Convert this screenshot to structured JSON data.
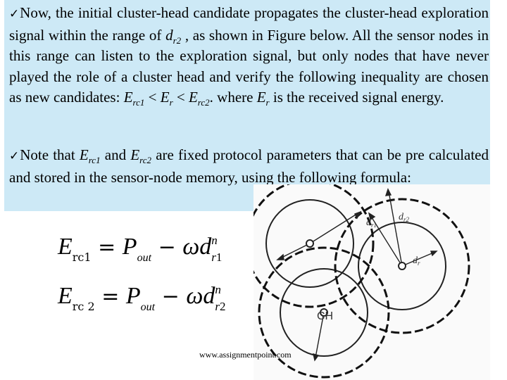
{
  "paragraph1": {
    "bullet": "✓",
    "t1": "Now, the initial cluster-head candidate propagates the cluster-head exploration signal within the range of ",
    "dr2_d": "d",
    "dr2_sub": "r2",
    "t2": " , as shown in Figure below. All the sensor nodes in this range can listen to the exploration signal, but only nodes that have never played the role of a cluster head and verify the following inequality are chosen as new candidates: ",
    "e1": "E",
    "e1_sub": "rc1",
    "lt1": " < ",
    "er": "E",
    "er_sub": "r",
    "lt2": " < ",
    "e2": "E",
    "e2_sub": "rc2",
    "t3": ". where ",
    "er2": "E",
    "er2_sub": "r",
    "t4": " is the received signal energy."
  },
  "paragraph2": {
    "bullet": "✓",
    "t1": "Note that ",
    "e1": "E",
    "e1_sub": "rc1",
    "t2": " and ",
    "e2": "E",
    "e2_sub": "rc2",
    "t3": " are fixed protocol parameters that can be pre calculated and stored in the sensor-node memory, using the following formula:"
  },
  "formula1": {
    "E": "E",
    "Esub": "rc1",
    "eq": " = ",
    "P": "P",
    "Psub": "out",
    "minus": " − ",
    "omega": "ω",
    "d": "d",
    "n": "n",
    "r": "r",
    "idx": "1"
  },
  "formula2": {
    "E": "E",
    "Esub": "rc 2",
    "eq": " = ",
    "P": "P",
    "Psub": "out",
    "minus": " − ",
    "omega": "ω",
    "d": "d",
    "n": "n",
    "r": "r",
    "idx": "2"
  },
  "figure": {
    "ch_label": "CH",
    "label_dr1": "d",
    "label_dr1_sub": "r1",
    "label_dr2": "d",
    "label_dr2_sub": "r2",
    "label_dr": "d",
    "label_dr_sub": "r"
  },
  "watermark": "www.assignmentpoint.com"
}
